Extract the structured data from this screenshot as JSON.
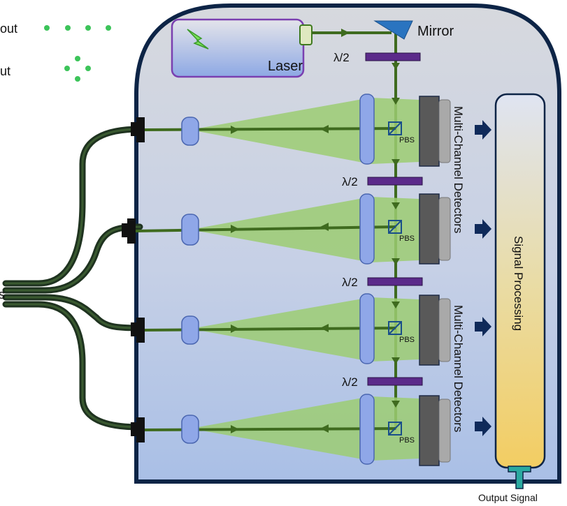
{
  "labels": {
    "legend_output": "out",
    "legend_input": "ut",
    "fiber": "s",
    "laser": "Laser",
    "mirror": "Mirror",
    "half_wave": "λ/2",
    "pbs": "PBS",
    "detectors": "Multi-Channel Detectors",
    "signal_processing": "Signal Processing",
    "output_signal": "Output Signal"
  },
  "colors": {
    "beam": "#3f6b1f",
    "fiber": "#1f3320",
    "cone": "#9ccc72",
    "lens": "#8fa7e8",
    "waveplate": "#5b2a8a",
    "detector": "#595959",
    "enclosure_border": "#0d2446",
    "processing_top": "#cfd8ef",
    "processing_bottom": "#f2cf6b",
    "output_connector": "#2aa9a0",
    "arrow": "#0f2a5a",
    "legend_dot": "#3cc45a"
  },
  "channels": 4
}
